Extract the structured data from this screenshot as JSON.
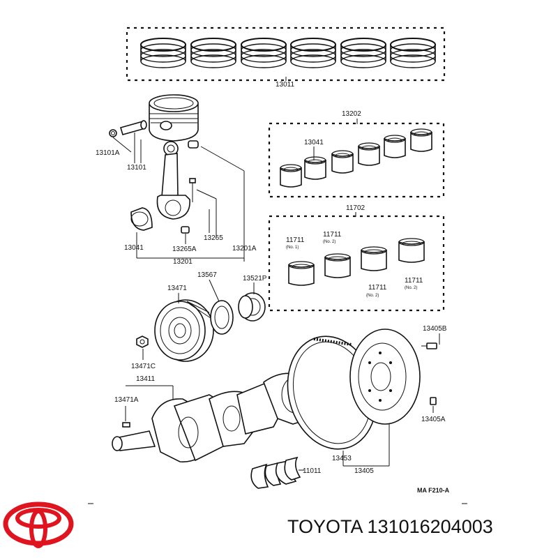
{
  "diagram": {
    "ref_code": "MA  F210-A",
    "labels": {
      "p13011": "13011",
      "p13202": "13202",
      "p13041_top": "13041",
      "p13101A": "13101A",
      "p13101": "13101",
      "p11702": "11702",
      "p11711_a": "11711",
      "p11711_a_sub": "(No. 1)",
      "p11711_b": "11711",
      "p11711_b_sub": "(No. 2)",
      "p11711_c": "11711",
      "p11711_c_sub": "(No. 2)",
      "p11711_d": "11711",
      "p11711_d_sub": "(No. 2)",
      "p13041_left": "13041",
      "p13265A": "13265A",
      "p13265": "13265",
      "p13201A": "13201A",
      "p13201": "13201",
      "p13567": "13567",
      "p13521P": "13521P",
      "p13471": "13471",
      "p13405B": "13405B",
      "p13471C": "13471C",
      "p13411": "13411",
      "p13471A": "13471A",
      "p13405A": "13405A",
      "p13453": "13453",
      "p11011": "11011",
      "p13405": "13405"
    }
  },
  "footer": {
    "brand": "TOYOTA",
    "part_number": "131016204003",
    "logo_icon": "toyota-logo-icon",
    "logo_color": "#E0141E"
  }
}
